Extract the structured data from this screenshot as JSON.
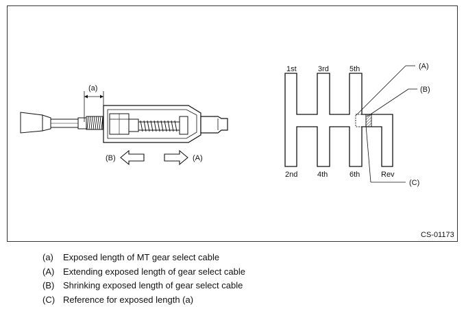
{
  "figure": {
    "code": "CS-01173",
    "cable": {
      "dim_label": "(a)",
      "arrow_left_label": "(B)",
      "arrow_right_label": "(A)"
    },
    "gate": {
      "gears_top": [
        "1st",
        "3rd",
        "5th"
      ],
      "gears_bottom": [
        "2nd",
        "4th",
        "6th",
        "Rev"
      ],
      "callout_a": "(A)",
      "callout_b": "(B)",
      "callout_c": "(C)"
    }
  },
  "legend": [
    {
      "key": "(a)",
      "text": "Exposed length of MT gear select cable"
    },
    {
      "key": "(A)",
      "text": "Extending exposed length of gear select cable"
    },
    {
      "key": "(B)",
      "text": "Shrinking exposed length of gear select cable"
    },
    {
      "key": "(C)",
      "text": "Reference for exposed length (a)"
    }
  ]
}
